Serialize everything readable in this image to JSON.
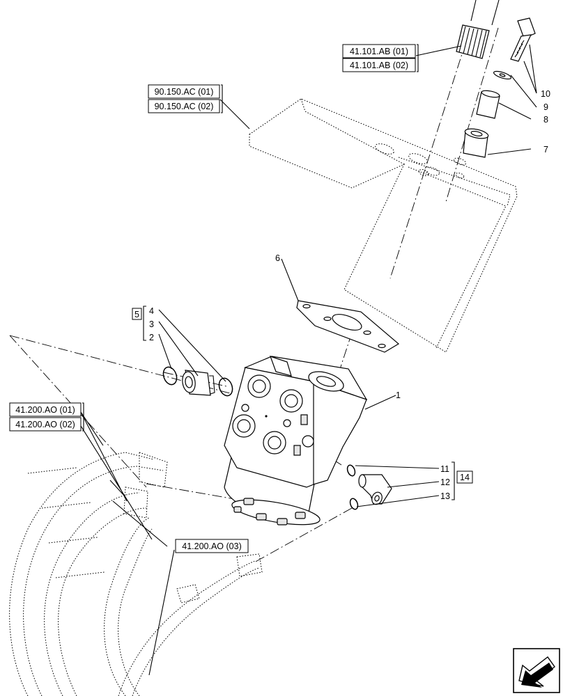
{
  "refs": {
    "r41_101_ab_01": "41.101.AB (01)",
    "r41_101_ab_02": "41.101.AB (02)",
    "r90_150_ac_01": "90.150.AC (01)",
    "r90_150_ac_02": "90.150.AC (02)",
    "r41_200_ao_01": "41.200.AO (01)",
    "r41_200_ao_02": "41.200.AO (02)",
    "r41_200_ao_03": "41.200.AO (03)"
  },
  "callouts": {
    "c1": "1",
    "c2": "2",
    "c3": "3",
    "c4": "4",
    "c5": "5",
    "c6": "6",
    "c7": "7",
    "c8": "8",
    "c9": "9",
    "c10": "10",
    "c11": "11",
    "c12": "12",
    "c13": "13",
    "c14": "14"
  },
  "icons": {
    "nav": "next-page-arrow-icon"
  }
}
